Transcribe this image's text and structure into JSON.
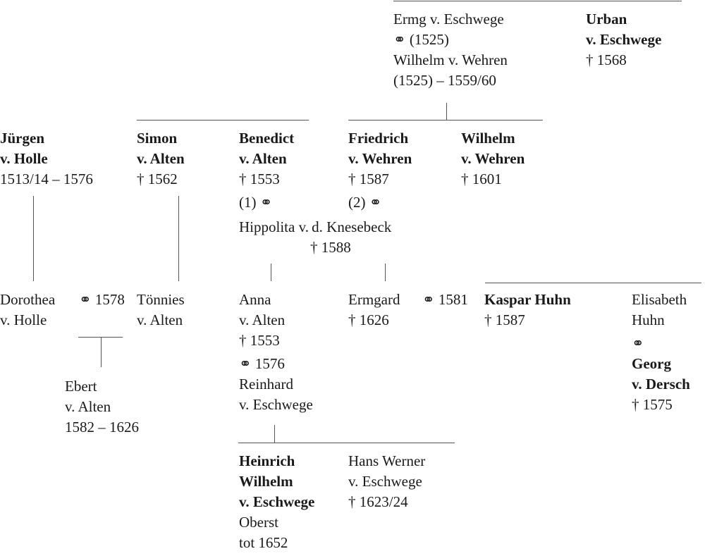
{
  "couples": {
    "eschwege_wehren": {
      "line1": "Ermg v. Eschwege",
      "line2": "⚭ (1525)",
      "line3": "Wilhelm v. Wehren",
      "line4": "(1525) – 1559/60"
    },
    "benedict_marriages": {
      "first": "(1) ⚭",
      "second": "(2) ⚭",
      "spouse": "Hippolita v. d. Knesebeck",
      "spouse_dates": "† 1588"
    }
  },
  "persons": {
    "urban": {
      "name1": "Urban",
      "name2": "v. Eschwege",
      "dates": "† 1568"
    },
    "juergen": {
      "name1": "Jürgen",
      "name2": "v. Holle",
      "dates": "1513/14 – 1576"
    },
    "simon": {
      "name1": "Simon",
      "name2": "v. Alten",
      "dates": "† 1562"
    },
    "benedict": {
      "name1": "Benedict",
      "name2": "v. Alten",
      "dates": "† 1553"
    },
    "friedrich": {
      "name1": "Friedrich",
      "name2": "v. Wehren",
      "dates": "† 1587"
    },
    "wilhelm_w": {
      "name1": "Wilhelm",
      "name2": "v. Wehren",
      "dates": "† 1601"
    },
    "dorothea": {
      "name1": "Dorothea",
      "name2": "v. Holle",
      "marriage": "⚭ 1578"
    },
    "toennies": {
      "name1": "Tönnies",
      "name2": "v. Alten"
    },
    "anna": {
      "name1": "Anna",
      "name2": "v. Alten",
      "dates": "† 1553",
      "marriage": "⚭ 1576",
      "spouse1": "Reinhard",
      "spouse2": "v. Eschwege"
    },
    "ermgard": {
      "name1": "Ermgard",
      "dates": "† 1626",
      "marriage": "⚭ 1581"
    },
    "kaspar": {
      "name1": "Kaspar Huhn",
      "dates": "† 1587"
    },
    "elisabeth": {
      "name1": "Elisabeth",
      "name2": "Huhn",
      "marriage": "⚭",
      "spouse1": "Georg",
      "spouse2": "v. Dersch",
      "spouse_dates": "† 1575"
    },
    "ebert": {
      "name1": "Ebert",
      "name2": "v. Alten",
      "dates": "1582 – 1626"
    },
    "heinrich": {
      "name1": "Heinrich",
      "name2": "Wilhelm",
      "name3": "v. Eschwege",
      "note1": "Oberst",
      "note2": "tot 1652"
    },
    "hans_werner": {
      "name1": "Hans Werner",
      "name2": "v. Eschwege",
      "dates": "† 1623/24"
    }
  }
}
